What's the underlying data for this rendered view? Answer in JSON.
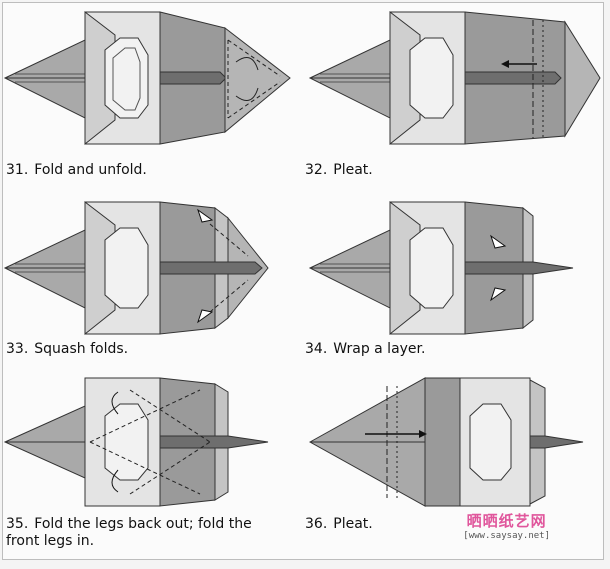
{
  "steps": [
    {
      "number": "31.",
      "text": "Fold and unfold.",
      "text2": ""
    },
    {
      "number": "32.",
      "text": "Pleat.",
      "text2": ""
    },
    {
      "number": "33.",
      "text": "Squash folds.",
      "text2": ""
    },
    {
      "number": "34.",
      "text": "Wrap a layer.",
      "text2": ""
    },
    {
      "number": "35.",
      "text": "Fold the legs back out; fold the",
      "text2": "front legs in."
    },
    {
      "number": "36.",
      "text": "Pleat.",
      "text2": ""
    }
  ],
  "watermark": {
    "title": "晒晒纸艺网",
    "url": "[www.saysay.net]"
  },
  "colors": {
    "paper_dark": "#8a8a8a",
    "paper_mid": "#a9a9a9",
    "paper_light": "#cfcfcf",
    "paper_white": "#ececec",
    "line": "#333333",
    "watermark_pink": "#e0569c"
  }
}
